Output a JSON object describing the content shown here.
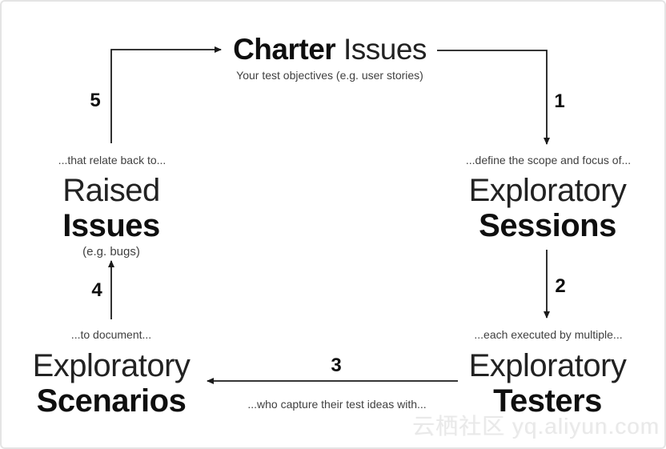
{
  "nodes": {
    "charter": {
      "bold": "Charter",
      "light": " Issues",
      "subtitle": "Your test objectives (e.g. user stories)"
    },
    "sessions": {
      "light": "Exploratory",
      "bold": "Sessions"
    },
    "testers": {
      "light": "Exploratory",
      "bold": "Testers"
    },
    "scenarios": {
      "light": "Exploratory",
      "bold": "Scenarios"
    },
    "raised": {
      "light": "Raised",
      "bold": "Issues",
      "subtitle": "(e.g. bugs)"
    }
  },
  "connectors": {
    "c1": {
      "number": "1",
      "label": "...define the scope and focus of..."
    },
    "c2": {
      "number": "2",
      "label": "...each executed by multiple..."
    },
    "c3": {
      "number": "3",
      "label": "...who capture their test ideas with..."
    },
    "c4": {
      "number": "4",
      "label": "...to document..."
    },
    "c5": {
      "number": "5",
      "label": "...that relate back to..."
    }
  },
  "watermark": {
    "text": "云栖社区 yq.aliyun.com"
  },
  "colors": {
    "text": "#1c1c1c",
    "muted_text": "#404040",
    "arrow": "#1a1a1a",
    "border": "#e4e4e4",
    "watermark": "#e9e9e9",
    "background": "#ffffff"
  }
}
